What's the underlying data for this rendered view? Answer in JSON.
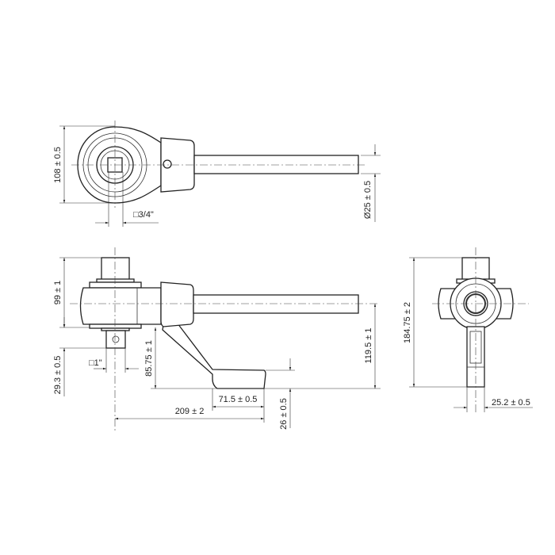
{
  "drawing": {
    "top_view": {
      "height_dim": "108 ± 0.5",
      "rod_diameter_dim": "Ø25 ± 0.5",
      "square_drive_dim": "□3/4\""
    },
    "side_view": {
      "head_height_dim": "99 ± 1",
      "drive_length_dim": "29.3 ± 0.5",
      "square_drive_dim": "□1\"",
      "arm_offset_dim": "85.75 ± 1",
      "rod_to_foot_dim": "119.5 ± 1",
      "foot_height_dim": "26 ± 0.5",
      "foot_length_dim": "71.5 ± 0.5",
      "reach_dim": "209 ± 2"
    },
    "end_view": {
      "overall_height_dim": "184.75 ± 2",
      "arm_width_dim": "25.2 ± 0.5"
    }
  }
}
